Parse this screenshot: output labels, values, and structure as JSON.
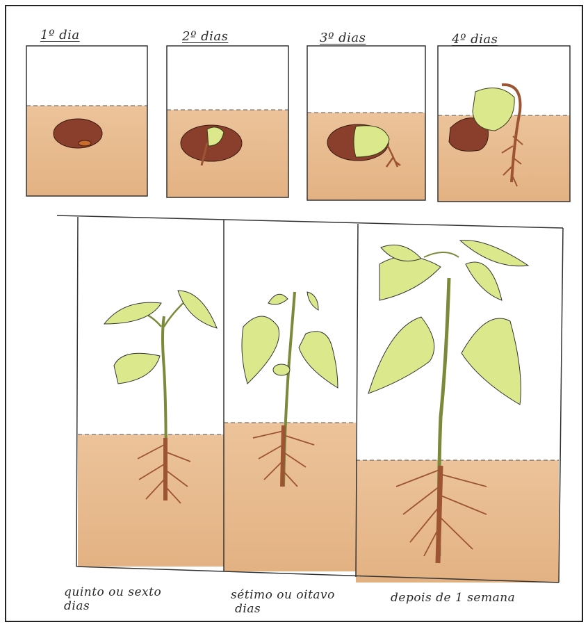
{
  "stages_top": [
    {
      "label": "1º dia"
    },
    {
      "label": "2º dias"
    },
    {
      "label": "3º dias"
    },
    {
      "label": "4º dias"
    }
  ],
  "stages_bottom": [
    {
      "label_line1": "quinto ou sexto",
      "label_line2": "dias"
    },
    {
      "label_line1": "sétimo ou oitavo",
      "label_line2": "dias"
    },
    {
      "label_line1": "depois de 1 semana",
      "label_line2": ""
    }
  ],
  "colors": {
    "soil": "#e6b98c",
    "soil_dark": "#d8a374",
    "seed": "#8a3f2c",
    "leaf": "#dbe98c",
    "root": "#9c5433",
    "ink": "#2a2a2a"
  }
}
